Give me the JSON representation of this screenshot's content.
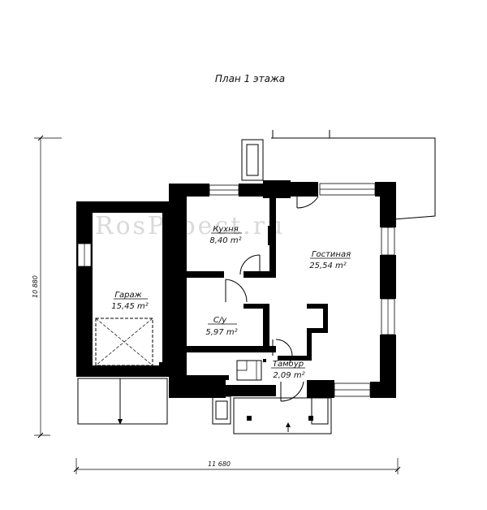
{
  "plan": {
    "title": "План 1 этажа",
    "watermark": "RosProect.ru"
  },
  "rooms": [
    {
      "name": "Кухня",
      "area": "8,40 m²"
    },
    {
      "name": "Гостиная",
      "area": "25,54 m²"
    },
    {
      "name": "Гараж",
      "area": "15,45 m²"
    },
    {
      "name": "С/у",
      "area": "5,97 m²"
    },
    {
      "name": "Тамбур",
      "area": "2,09 m²"
    }
  ],
  "dimensions": {
    "width": "11 680",
    "height": "10 880"
  }
}
